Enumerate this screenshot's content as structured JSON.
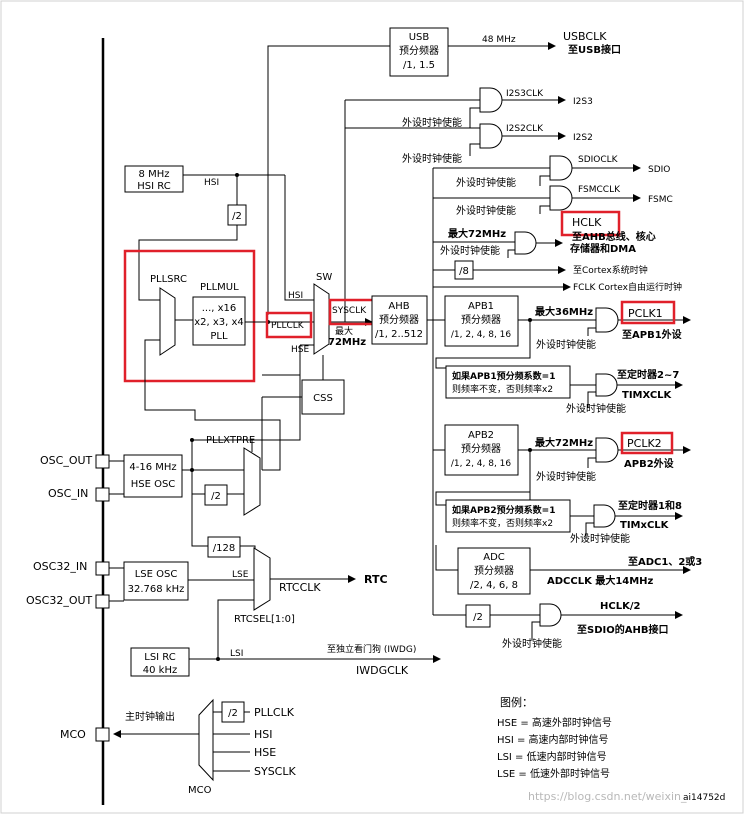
{
  "labels": {
    "usb_box": [
      "USB",
      "预分频器",
      "/1, 1.5"
    ],
    "usb_freq": "48 MHz",
    "usbclk": "USBCLK",
    "usbclk_sub": "至USB接口",
    "i2s3clk": "I2S3CLK",
    "i2s3": "I2S3",
    "i2s2clk": "I2S2CLK",
    "i2s2": "I2S2",
    "periph_en": "外设时钟使能",
    "sdioclk": "SDIOCLK",
    "sdio": "SDIO",
    "fsmcclk": "FSMCCLK",
    "fsmc": "FSMC",
    "hclk": "HCLK",
    "hclk_sub1": "至AHB总线、核心",
    "hclk_sub2": "存储器和DMA",
    "max72": "最大72MHz",
    "div8": "/8",
    "cortex_timer": "至Cortex系统时钟",
    "fclk": "FCLK Cortex自由运行时钟",
    "hsi_box": [
      "8 MHz",
      "HSI RC"
    ],
    "hsi": "HSI",
    "div2": "/2",
    "pllsrc": "PLLSRC",
    "pllmul": "PLLMUL",
    "pll_box": [
      "..., x16",
      "x2, x3, x4",
      "PLL"
    ],
    "pllclk": "PLLCLK",
    "sw": "SW",
    "sysclk": "SYSCLK",
    "max_label": "最大",
    "sysclk_max": "72MHz",
    "hse": "HSE",
    "ahb_box": [
      "AHB",
      "预分频器",
      "/1, 2..512"
    ],
    "apb1_box": [
      "APB1",
      "预分频器",
      "/1, 2, 4, 8, 16"
    ],
    "max36": "最大36MHz",
    "pclk1": "PCLK1",
    "pclk1_sub": "至APB1外设",
    "apb1_note": [
      "如果APB1预分频系数=1",
      "则频率不变，否则频率x2"
    ],
    "timer27": "至定时器2~7",
    "timxclk": "TIMXCLK",
    "apb2_box": [
      "APB2",
      "预分频器",
      "/1, 2, 4, 8, 16"
    ],
    "max72b": "最大72MHz",
    "pclk2": "PCLK2",
    "pclk2_sub": "APB2外设",
    "apb2_note": [
      "如果APB2预分频系数=1",
      "则频率不变，否则频率x2"
    ],
    "timer18": "至定时器1和8",
    "timxclk2": "TIMxCLK",
    "adc_box": [
      "ADC",
      "预分频器",
      "/2, 4, 6, 8"
    ],
    "adc_to": "至ADC1、2或3",
    "adcclk": "ADCCLK  最大14MHz",
    "div2b": "/2",
    "hclk2": "HCLK/2",
    "sdio_ahb": "至SDIO的AHB接口",
    "css": "CSS",
    "pllxtpre": "PLLXTPRE",
    "osc_out": "OSC_OUT",
    "osc_in": "OSC_IN",
    "hse_osc": [
      "4-16 MHz",
      "HSE OSC"
    ],
    "div128": "/128",
    "osc32_in": "OSC32_IN",
    "osc32_out": "OSC32_OUT",
    "lse_osc": [
      "LSE OSC",
      "32.768 kHz"
    ],
    "lse": "LSE",
    "rtcclk": "RTCCLK",
    "rtc": "RTC",
    "rtcsel": "RTCSEL[1:0]",
    "lsi_rc": [
      "LSI RC",
      "40 kHz"
    ],
    "lsi": "LSI",
    "iwdg": "至独立看门狗 (IWDG)",
    "iwdgclk": "IWDGCLK",
    "mco_out": "主时钟输出",
    "mco": "MCO",
    "mco_in": [
      "PLLCLK",
      "HSI",
      "HSE",
      "SYSCLK"
    ],
    "legend_title": "图例：",
    "legend": [
      "HSE = 高速外部时钟信号",
      "HSI = 高速内部时钟信号",
      "LSI = 低速内部时钟信号",
      "LSE = 低速外部时钟信号"
    ],
    "ref": "ai14752d",
    "watermark": "https://blog.csdn.net/weixin_"
  }
}
